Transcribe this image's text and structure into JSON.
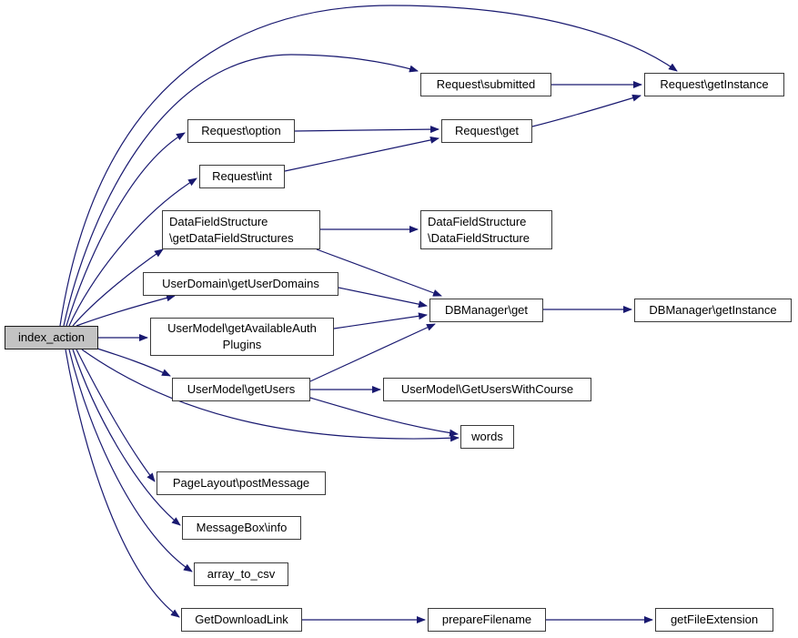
{
  "diagram": {
    "type": "call-graph",
    "background_color": "#ffffff",
    "edge_color": "#191970",
    "node_fill": "#ffffff",
    "node_border_color": "#3a3a3a",
    "highlighted_node_fill": "#c3c3c3",
    "nodes": [
      {
        "id": "index_action",
        "label": "index_action",
        "highlighted": true
      },
      {
        "id": "request_submitted",
        "label": "Request\\submitted"
      },
      {
        "id": "request_getinstance",
        "label": "Request\\getInstance"
      },
      {
        "id": "request_option",
        "label": "Request\\option"
      },
      {
        "id": "request_get",
        "label": "Request\\get"
      },
      {
        "id": "request_int",
        "label": "Request\\int"
      },
      {
        "id": "datafieldstructure_getdatafieldstructures",
        "label": "DataFieldStructure\n\\getDataFieldStructures"
      },
      {
        "id": "datafieldstructure_datafieldstructure",
        "label": "DataFieldStructure\n\\DataFieldStructure"
      },
      {
        "id": "userdomain_getuserdomains",
        "label": "UserDomain\\getUserDomains"
      },
      {
        "id": "dbmanager_get",
        "label": "DBManager\\get"
      },
      {
        "id": "dbmanager_getinstance",
        "label": "DBManager\\getInstance"
      },
      {
        "id": "usermodel_getavailableauthplugins",
        "label": "UserModel\\getAvailableAuth\nPlugins"
      },
      {
        "id": "usermodel_getusers",
        "label": "UserModel\\getUsers"
      },
      {
        "id": "usermodel_getuserswithcourse",
        "label": "UserModel\\GetUsersWithCourse"
      },
      {
        "id": "words",
        "label": "words"
      },
      {
        "id": "pagelayout_postmessage",
        "label": "PageLayout\\postMessage"
      },
      {
        "id": "messagebox_info",
        "label": "MessageBox\\info"
      },
      {
        "id": "array_to_csv",
        "label": "array_to_csv"
      },
      {
        "id": "getdownloadlink",
        "label": "GetDownloadLink"
      },
      {
        "id": "preparefilename",
        "label": "prepareFilename"
      },
      {
        "id": "getfileextension",
        "label": "getFileExtension"
      }
    ],
    "edges": [
      {
        "from": "index_action",
        "to": "request_getinstance"
      },
      {
        "from": "index_action",
        "to": "request_submitted"
      },
      {
        "from": "index_action",
        "to": "request_option"
      },
      {
        "from": "index_action",
        "to": "request_int"
      },
      {
        "from": "index_action",
        "to": "datafieldstructure_getdatafieldstructures"
      },
      {
        "from": "index_action",
        "to": "userdomain_getuserdomains"
      },
      {
        "from": "index_action",
        "to": "usermodel_getavailableauthplugins"
      },
      {
        "from": "index_action",
        "to": "usermodel_getusers"
      },
      {
        "from": "index_action",
        "to": "words"
      },
      {
        "from": "index_action",
        "to": "pagelayout_postmessage"
      },
      {
        "from": "index_action",
        "to": "messagebox_info"
      },
      {
        "from": "index_action",
        "to": "array_to_csv"
      },
      {
        "from": "index_action",
        "to": "getdownloadlink"
      },
      {
        "from": "request_submitted",
        "to": "request_getinstance"
      },
      {
        "from": "request_option",
        "to": "request_get"
      },
      {
        "from": "request_int",
        "to": "request_get"
      },
      {
        "from": "request_get",
        "to": "request_getinstance"
      },
      {
        "from": "datafieldstructure_getdatafieldstructures",
        "to": "datafieldstructure_datafieldstructure"
      },
      {
        "from": "datafieldstructure_getdatafieldstructures",
        "to": "dbmanager_get"
      },
      {
        "from": "userdomain_getuserdomains",
        "to": "dbmanager_get"
      },
      {
        "from": "usermodel_getavailableauthplugins",
        "to": "dbmanager_get"
      },
      {
        "from": "usermodel_getusers",
        "to": "dbmanager_get"
      },
      {
        "from": "usermodel_getusers",
        "to": "usermodel_getuserswithcourse"
      },
      {
        "from": "usermodel_getusers",
        "to": "words"
      },
      {
        "from": "dbmanager_get",
        "to": "dbmanager_getinstance"
      },
      {
        "from": "getdownloadlink",
        "to": "preparefilename"
      },
      {
        "from": "preparefilename",
        "to": "getfileextension"
      }
    ]
  }
}
